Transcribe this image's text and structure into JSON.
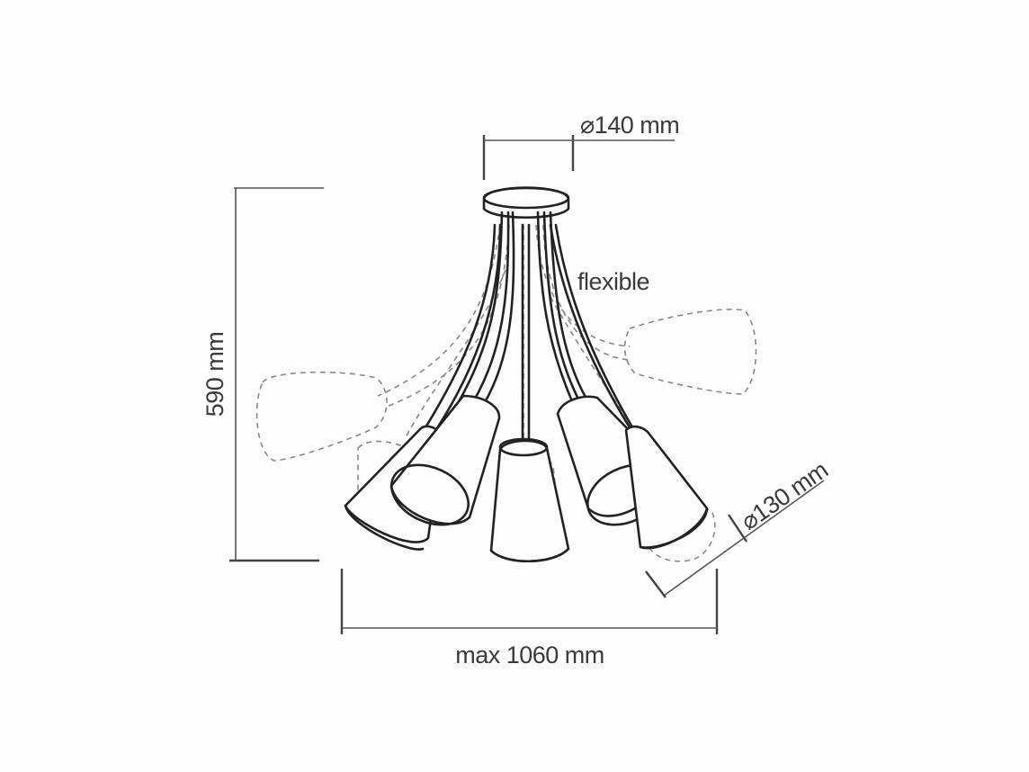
{
  "dimensions": {
    "canopy_diameter": "⌀140 mm",
    "flexible": "flexible",
    "height": "590 mm",
    "shade_diameter": "⌀130 mm",
    "max_width": "max 1060 mm"
  },
  "colors": {
    "background": "#fdfdfd",
    "line": "#222222",
    "dashed_line": "#888888",
    "dimension_line": "#555555"
  }
}
